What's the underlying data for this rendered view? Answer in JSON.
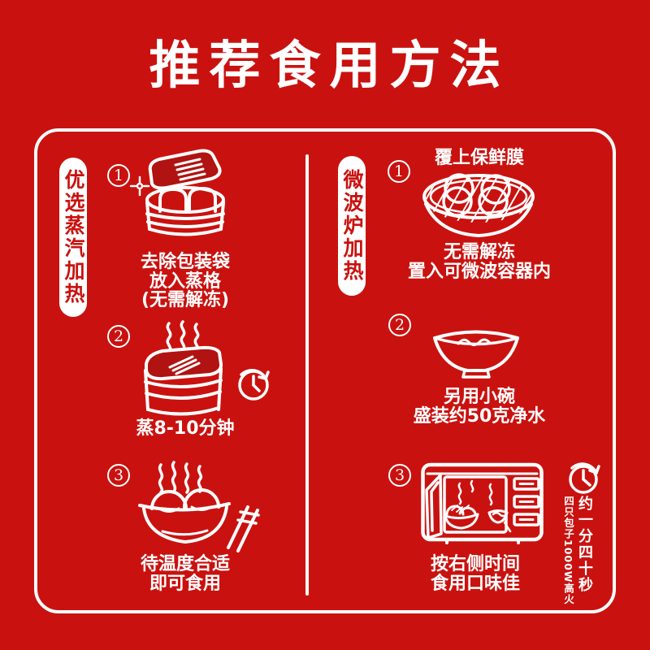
{
  "colors": {
    "background": "#c9120f",
    "ink": "#ffffff",
    "lid_fill": "#b01311"
  },
  "title": "推荐食用方法",
  "left_column": {
    "label": "优选蒸汽加热",
    "steps": [
      {
        "num": "1",
        "lines": [
          "去除包装袋",
          "放入蒸格",
          "(无需解冻)"
        ]
      },
      {
        "num": "2",
        "lines": [
          "蒸8-10分钟"
        ]
      },
      {
        "num": "3",
        "lines": [
          "待温度合适",
          "即可食用"
        ]
      }
    ]
  },
  "right_column": {
    "label": "微波炉加热",
    "steps": [
      {
        "num": "1",
        "heading": "覆上保鲜膜",
        "lines": [
          "无需解冻",
          "置入可微波容器内"
        ]
      },
      {
        "num": "2",
        "lines": [
          "另用小碗",
          "盛装约50克净水"
        ]
      },
      {
        "num": "3",
        "lines": [
          "按右侧时间",
          "食用口味佳"
        ],
        "note_cols": [
          "约一分四十秒",
          "四只包子1000W高火"
        ]
      }
    ]
  },
  "icons": [
    "steamer-open-icon",
    "sparkle-icon",
    "steamer-closed-icon",
    "steam-icon",
    "timer-clock-icon",
    "bowl-with-buns-icon",
    "chopsticks-icon",
    "plate-with-wrap-icon",
    "water-bowl-icon",
    "microwave-icon"
  ]
}
